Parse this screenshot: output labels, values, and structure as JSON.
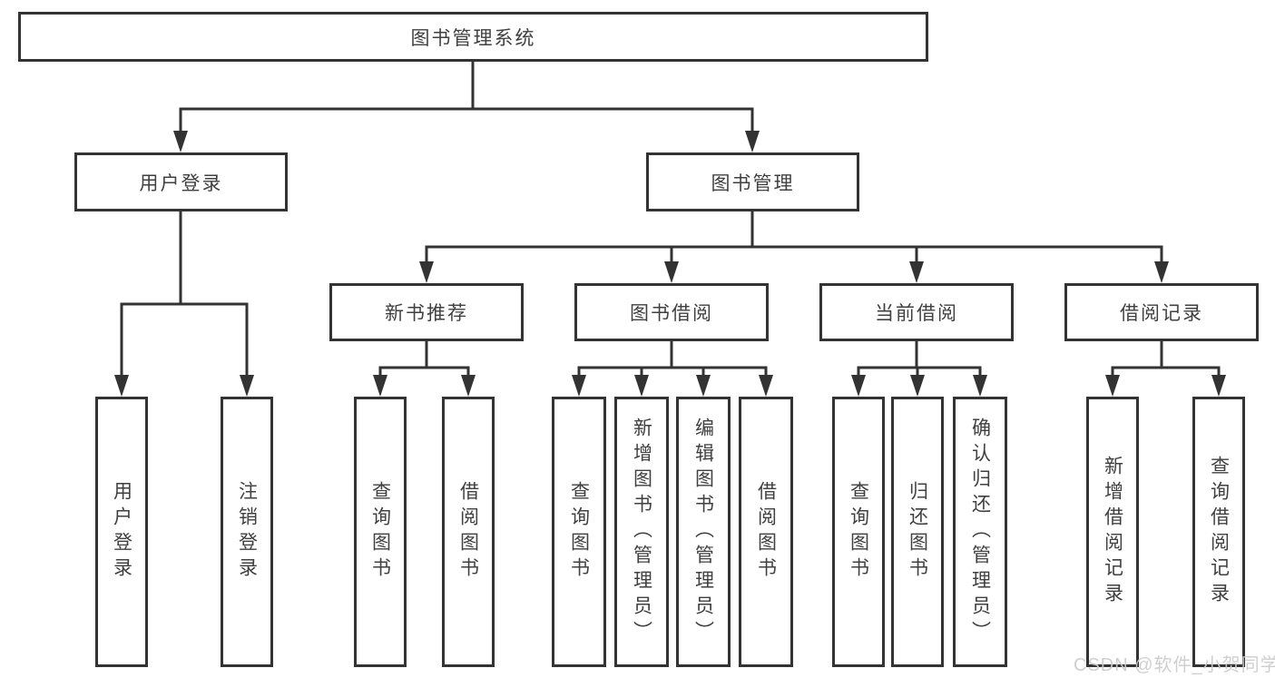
{
  "diagram": {
    "type": "hierarchy-tree",
    "title": "图书管理系统"
  },
  "colors": {
    "line": "#333333",
    "text": "#404040",
    "background": "#ffffff",
    "watermark": "#cccccc"
  },
  "tree": {
    "root": {
      "label": "图书管理系统",
      "children": [
        {
          "label": "用户登录",
          "children": [
            {
              "label": "用户登录"
            },
            {
              "label": "注销登录"
            }
          ]
        },
        {
          "label": "图书管理",
          "children": [
            {
              "label": "新书推荐",
              "children": [
                {
                  "label": "查询图书"
                },
                {
                  "label": "借阅图书"
                }
              ]
            },
            {
              "label": "图书借阅",
              "children": [
                {
                  "label": "查询图书"
                },
                {
                  "label": "新增图书（管理员）"
                },
                {
                  "label": "编辑图书（管理员）"
                },
                {
                  "label": "借阅图书"
                }
              ]
            },
            {
              "label": "当前借阅",
              "children": [
                {
                  "label": "查询图书"
                },
                {
                  "label": "归还图书"
                },
                {
                  "label": "确认归还（管理员）"
                }
              ]
            },
            {
              "label": "借阅记录",
              "children": [
                {
                  "label": "新增借阅记录"
                },
                {
                  "label": "查询借阅记录"
                }
              ]
            }
          ]
        }
      ]
    }
  },
  "watermark": {
    "text": "CSDN @软件_小贺同学"
  }
}
